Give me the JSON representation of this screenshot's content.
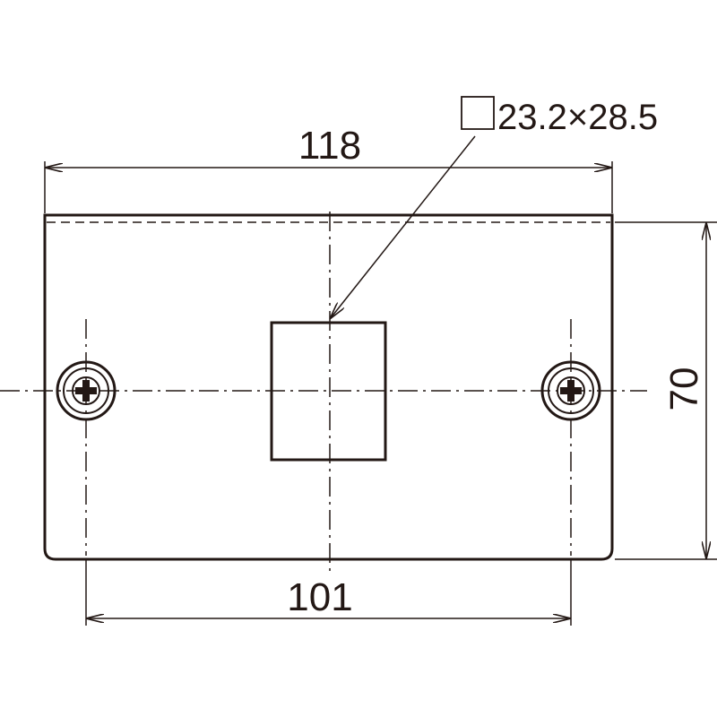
{
  "drawing": {
    "colors": {
      "ink": "#231815",
      "background": "#ffffff"
    },
    "dimensions": {
      "overall_width": "118",
      "screw_pitch": "101",
      "height": "70",
      "opening": "23.2×28.5"
    }
  }
}
